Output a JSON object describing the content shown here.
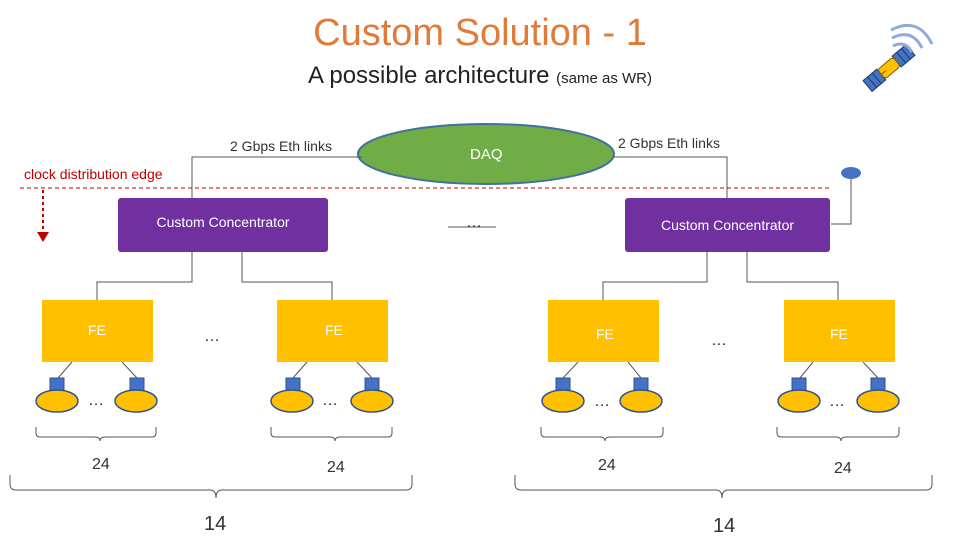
{
  "title": "Custom Solution - 1",
  "subtitle": "A possible architecture",
  "subtitle_note": "(same as WR)",
  "clock_label": "clock distribution edge",
  "daq_label": "DAQ",
  "links_left": "2 Gbps Eth links",
  "links_right": "2 Gbps Eth links",
  "concentrators": [
    {
      "label": "Custom Concentrator"
    },
    {
      "label": "Custom Concentrator"
    }
  ],
  "concentrator_gap_dots": "…",
  "fe_label": "FE",
  "fe_gap_dots": "…",
  "sensor_dots": "…",
  "channel_counts": [
    "24",
    "24",
    "24",
    "24"
  ],
  "group_counts": [
    "14",
    "14"
  ],
  "colors": {
    "title": "#e07b39",
    "daq": "#70ad47",
    "concentrator": "#7030a0",
    "fe": "#ffc000",
    "sensor": "#ffc000",
    "sensor_head": "#4472c4",
    "clock": "#c00000",
    "antenna": "#4472c4"
  },
  "icons": {
    "satellite": "satellite-icon",
    "antenna": "antenna-icon"
  }
}
